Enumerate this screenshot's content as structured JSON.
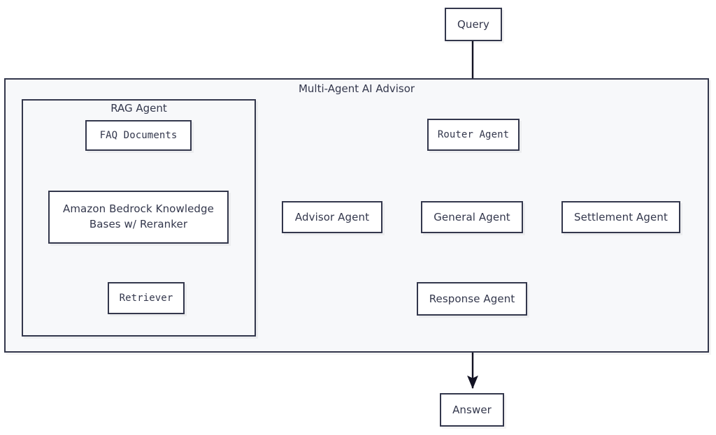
{
  "diagram": {
    "type": "flowchart",
    "title": "Multi-Agent AI Advisor",
    "background_color": "#ffffff",
    "node_fill": "#ffffff",
    "node_stroke": "#33374c",
    "cluster_fill": "#f7f8fa",
    "edge_color": "#111122"
  },
  "clusters": [
    {
      "id": "multi_agent",
      "label": "Multi-Agent AI Advisor"
    },
    {
      "id": "rag_agent",
      "label": "RAG Agent"
    }
  ],
  "nodes": [
    {
      "id": "query",
      "label": "Query"
    },
    {
      "id": "router_agent",
      "label": "Router Agent"
    },
    {
      "id": "faq_documents",
      "label": "FAQ Documents"
    },
    {
      "id": "bedrock_kb",
      "label_line1": "Amazon Bedrock Knowledge",
      "label_line2": "Bases w/ Reranker"
    },
    {
      "id": "retriever",
      "label": "Retriever"
    },
    {
      "id": "advisor_agent",
      "label": "Advisor Agent"
    },
    {
      "id": "general_agent",
      "label": "General Agent"
    },
    {
      "id": "settlement_agent",
      "label": "Settlement Agent"
    },
    {
      "id": "response_agent",
      "label": "Response Agent"
    },
    {
      "id": "answer",
      "label": "Answer"
    }
  ],
  "edges": [
    {
      "from": "query",
      "to": "router_agent",
      "direction": "forward"
    },
    {
      "from": "router_agent",
      "to": "advisor_agent",
      "direction": "forward"
    },
    {
      "from": "router_agent",
      "to": "general_agent",
      "direction": "forward"
    },
    {
      "from": "router_agent",
      "to": "settlement_agent",
      "direction": "forward"
    },
    {
      "from": "faq_documents",
      "to": "bedrock_kb",
      "direction": "forward"
    },
    {
      "from": "bedrock_kb",
      "to": "retriever",
      "direction": "forward"
    },
    {
      "from": "advisor_agent",
      "to": "retriever",
      "direction": "bidirectional"
    },
    {
      "from": "advisor_agent",
      "to": "response_agent",
      "direction": "forward"
    },
    {
      "from": "general_agent",
      "to": "response_agent",
      "direction": "forward"
    },
    {
      "from": "settlement_agent",
      "to": "response_agent",
      "direction": "forward"
    },
    {
      "from": "response_agent",
      "to": "answer",
      "direction": "forward"
    }
  ]
}
